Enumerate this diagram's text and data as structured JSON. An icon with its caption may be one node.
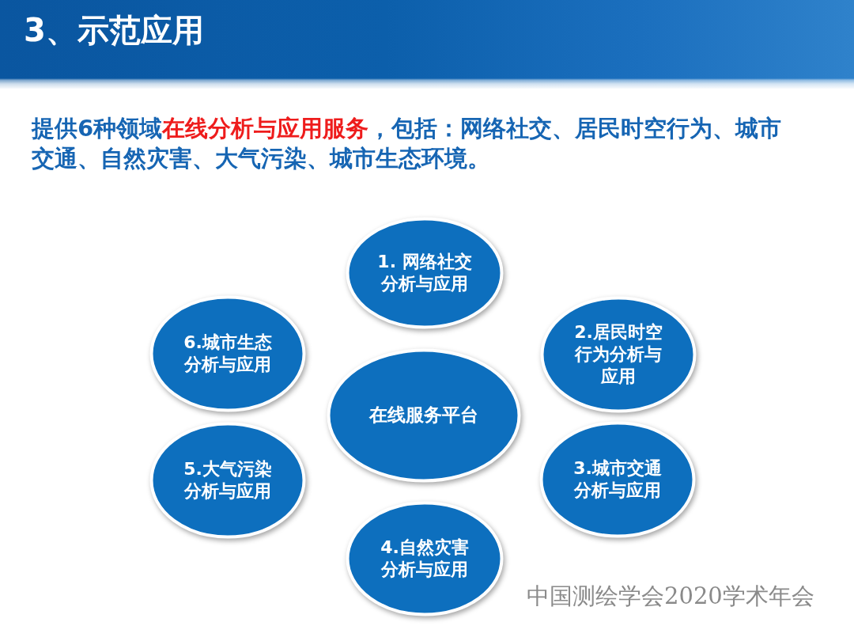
{
  "diagram": {
    "title": "3、示范应用",
    "nodes": [
      {
        "text": [
          "在线服务平台"
        ]
      },
      {
        "text": [
          "1. 网络社交分析与应用"
        ]
      },
      {
        "text": [
          "2.居民时空行为分析与应用"
        ]
      },
      {
        "text": [
          "3.城市交通分析与应用"
        ]
      },
      {
        "text": [
          "4.自然灾害分析与应用"
        ]
      },
      {
        "text": [
          "5.大气污染分析与应用"
        ]
      },
      {
        "text": [
          "6.城市生态分析与应用"
        ]
      }
    ],
    "labels": [
      "提供6种领域**在线分析与应用服务**，包括：网络社交、居民时空行为、城市交通、自然灾害、大气污染、城市生态环境。",
      "中国测绘学会2020学术年会"
    ]
  }
}
